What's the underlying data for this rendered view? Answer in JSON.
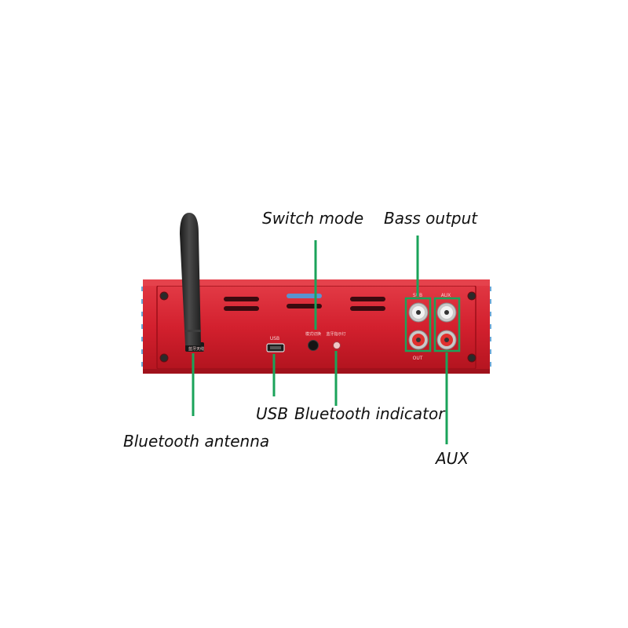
{
  "callouts": {
    "switch_mode": "Switch mode",
    "bass_output": "Bass output",
    "usb": "USB",
    "bluetooth_indicator": "Bluetooth indicator",
    "bluetooth_antenna": "Bluetooth antenna",
    "aux": "AUX"
  },
  "panel_markings": {
    "antenna_label": "蓝牙天线",
    "usb_label": "USB",
    "mode_label": "模式切换",
    "indicator_label": "蓝牙指示灯",
    "sub_label": "SUB",
    "out_label": "OUT",
    "aux_label": "AUX"
  },
  "colors": {
    "chassis": "#d3202e",
    "chassis_dark": "#a8141f",
    "fin_blue": "#6aa8d8",
    "leader_green": "#1aa35a",
    "rca_white": "#f2f2f2",
    "rca_red": "#e0302e",
    "antenna": "#2b2b2b"
  }
}
